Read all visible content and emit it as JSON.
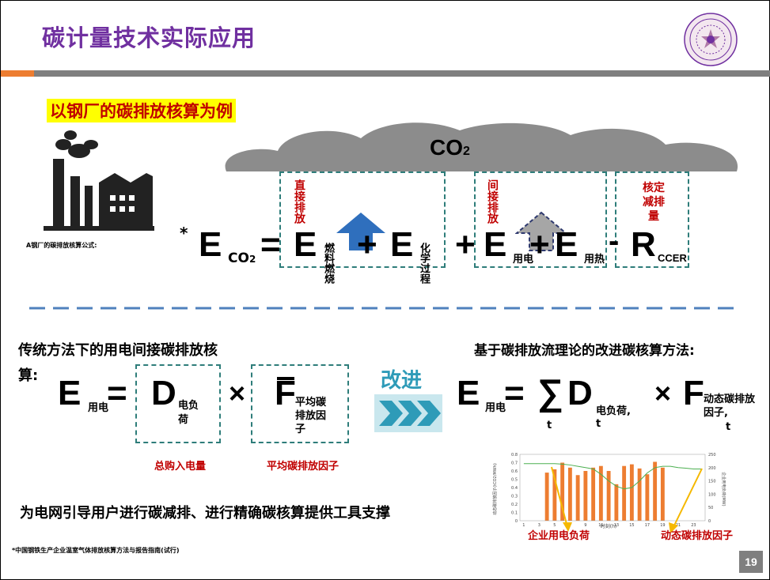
{
  "title": "碳计量技术实际应用",
  "subtitle": "以钢厂的碳排放核算为例",
  "factory_caption": "A钢厂的碳排放核算公式:",
  "asterisk": "*",
  "cloud_label": "CO",
  "cloud_label_sub": "2",
  "formula1": {
    "E": "E",
    "E_sub": "CO",
    "E_sub2": "2",
    "eq": "=",
    "t1": "E",
    "t1_sub": "燃料燃烧",
    "plus1": "+",
    "t2": "E",
    "t2_sub": "化学过程",
    "plus2": "+",
    "t3": "E",
    "t3_sub": "用电",
    "plus3": "+",
    "t4": "E",
    "t4_sub": "用热",
    "minus": "-",
    "t5": "R",
    "t5_sub": "CCER"
  },
  "box_direct": "直接排放",
  "box_indirect": "间接排放",
  "box_verified": "核定减排量",
  "left_heading_line1": "传统方法下的用电间接碳排放核",
  "left_heading_line2": "算:",
  "formula2": {
    "E": "E",
    "E_sub": "用电",
    "eq": "=",
    "D": "D",
    "D_sub": "电负荷",
    "times": "×",
    "F": "F",
    "F_sub": "平均碳排放因子"
  },
  "label_total_purchase": "总购入电量",
  "label_avg_factor": "平均碳排放因子",
  "improve_label": "改进",
  "right_heading": "基于碳排放流理论的改进碳核算方法:",
  "formula3": {
    "E": "E",
    "E_sub": "用电",
    "eq": "=",
    "sigma": "∑",
    "sigma_sub": "t",
    "D": "D",
    "D_sub": "电负荷,",
    "D_sub_t": "t",
    "times": "×",
    "F": "F",
    "F_sub": "动态碳排放因子,",
    "F_sub_t": "t"
  },
  "mini_chart": {
    "left_axis_label": "动态碳排放因子(tCO2/MWh)",
    "right_axis_label": "企业用电负荷(MW)",
    "x_label": "时刻(h)",
    "left_ticks": [
      "0",
      "0.1",
      "0.2",
      "0.3",
      "0.4",
      "0.5",
      "0.6",
      "0.7",
      "0.8"
    ],
    "right_ticks": [
      "0",
      "50",
      "100",
      "150",
      "200",
      "250"
    ],
    "x_ticks": [
      "1",
      "3",
      "5",
      "7",
      "9",
      "11",
      "13",
      "15",
      "17",
      "19",
      "21",
      "23"
    ]
  },
  "chart_data": {
    "type": "bar",
    "categories": [
      "1",
      "2",
      "3",
      "4",
      "5",
      "6",
      "7",
      "8",
      "9",
      "10",
      "11",
      "12",
      "13",
      "14",
      "15",
      "16",
      "17",
      "18",
      "19",
      "20",
      "21",
      "22",
      "23",
      "24"
    ],
    "series": [
      {
        "values": [
          0,
          0,
          0,
          0.58,
          0.62,
          0.7,
          0.64,
          0.55,
          0.6,
          0.64,
          0.66,
          0.6,
          0.44,
          0.66,
          0.68,
          0.63,
          0.56,
          0.71,
          0.64,
          0,
          0,
          0,
          0,
          0
        ]
      },
      {
        "values": [
          215,
          215,
          215,
          215,
          215,
          213,
          210,
          205,
          200,
          195,
          175,
          150,
          130,
          120,
          125,
          150,
          180,
          200,
          205,
          205,
          200,
          198,
          195,
          195
        ]
      }
    ],
    "xlabel": "时刻(h)",
    "ylabel": "动态碳排放因子(tCO2/MWh)",
    "ylim": [
      0,
      0.8
    ],
    "y2label": "企业用电负荷(MW)",
    "y2lim": [
      0,
      250
    ]
  },
  "label_enterprise_load": "企业用电负荷",
  "label_dynamic_factor": "动态碳排放因子",
  "bottom_statement": "为电网引导用户进行碳减排、进行精确碳核算提供工具支撑",
  "footnote": "*中国钢铁生产企业温室气体排放核算方法与报告指南(试行)",
  "page_number": "19",
  "colors": {
    "title": "#7030a0",
    "accent_red": "#c00000",
    "teal": "#2e7d7a",
    "orange": "#ed7d31",
    "arrow_blue": "#2f6fbd"
  }
}
